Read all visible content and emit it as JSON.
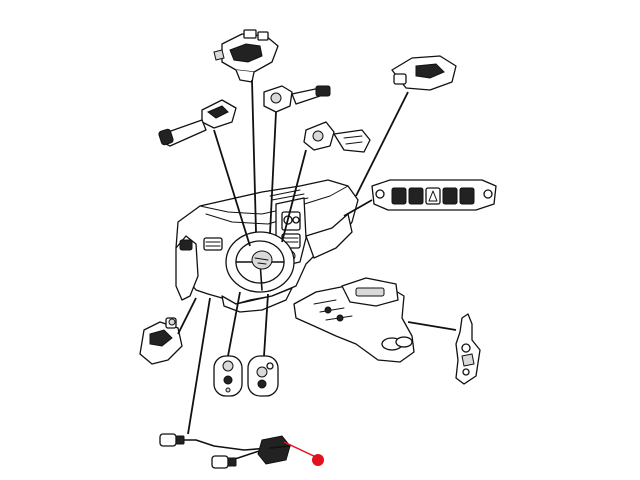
{
  "diagram": {
    "highlight_color": "#e3111b",
    "line_color": "#111111",
    "background": "#ffffff",
    "components": [
      {
        "name": "multifunction-switch-housing",
        "icon": "switch-cluster-icon"
      },
      {
        "name": "wiper-stalk"
      },
      {
        "name": "turn-signal-stalk"
      },
      {
        "name": "ignition-switch"
      },
      {
        "name": "headlamp-switch"
      },
      {
        "name": "pedal-adjust-switch"
      },
      {
        "name": "instrument-panel-switch-bank"
      },
      {
        "name": "center-console"
      },
      {
        "name": "console-bracket-switch"
      },
      {
        "name": "steering-wheel-switch-left"
      },
      {
        "name": "steering-wheel-switch-right"
      },
      {
        "name": "clutch-switch"
      },
      {
        "name": "wiring-harness-sensor"
      }
    ]
  }
}
